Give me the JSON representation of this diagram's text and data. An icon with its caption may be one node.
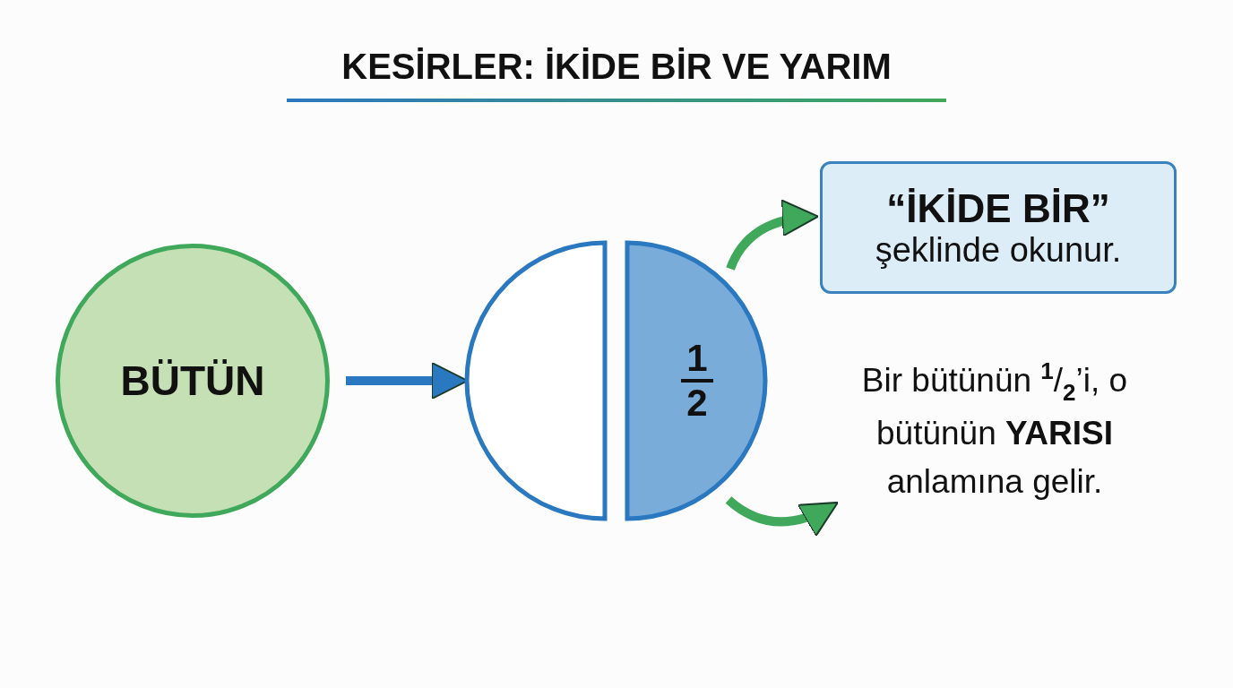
{
  "diagram": {
    "title": "KESİRLER: İKİDE BİR VE YARIM",
    "nodes": [
      {
        "text": [
          "BÜTÜN"
        ]
      },
      {
        "text": [],
        "shape": "circle"
      },
      {
        "text": [
          "1",
          "2"
        ]
      },
      {
        "text": [
          "“İKİDE BİR”",
          "şeklinde okunur."
        ]
      },
      {
        "text": [
          "Bir bütünün $^{1}$/$_{2}$’i, o bütünün **YARISI** anlamına gelir."
        ]
      }
    ],
    "edges": [
      {
        "from": 0,
        "to": 1,
        "arrow": "to",
        "color": "#2a78c0"
      },
      {
        "from": 2,
        "to": 3,
        "arrow": "to"
      },
      {
        "from": 2,
        "to": 4,
        "arrow": "to"
      }
    ]
  }
}
